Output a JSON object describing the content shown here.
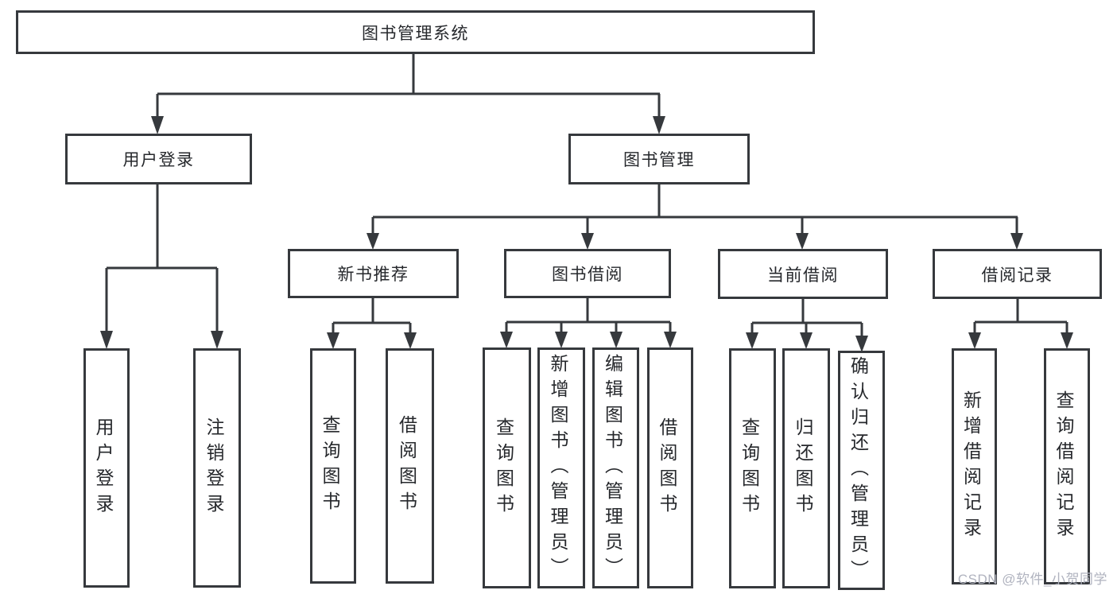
{
  "diagram": {
    "title_hint": "library-management-system-structure",
    "root": {
      "label": "图书管理系统"
    },
    "level1": [
      {
        "id": "user_login",
        "label": "用户登录"
      },
      {
        "id": "book_management",
        "label": "图书管理"
      }
    ],
    "level2": [
      {
        "id": "new_book_recommend",
        "label": "新书推荐"
      },
      {
        "id": "book_borrow",
        "label": "图书借阅"
      },
      {
        "id": "current_borrow",
        "label": "当前借阅"
      },
      {
        "id": "borrow_records",
        "label": "借阅记录"
      }
    ],
    "leaves": {
      "user_login": [
        {
          "label": "用户登录"
        },
        {
          "label": "注销登录"
        }
      ],
      "new_book_recommend": [
        {
          "label": "查询图书"
        },
        {
          "label": "借阅图书"
        }
      ],
      "book_borrow": [
        {
          "label": "查询图书"
        },
        {
          "label": "新增图书（管理员）"
        },
        {
          "label": "编辑图书（管理员）"
        },
        {
          "label": "借阅图书"
        }
      ],
      "current_borrow": [
        {
          "label": "查询图书"
        },
        {
          "label": "归还图书"
        },
        {
          "label": "确认归还（管理员）"
        }
      ],
      "borrow_records": [
        {
          "label": "新增借阅记录"
        },
        {
          "label": "查询借阅记录"
        }
      ]
    }
  },
  "watermark": {
    "text": "CSDN @软件_小贺同学"
  },
  "colors": {
    "line": "#36393d",
    "box_border": "#36393d",
    "text": "#26282c",
    "background": "#ffffff",
    "watermark": "#b0b3bf"
  }
}
